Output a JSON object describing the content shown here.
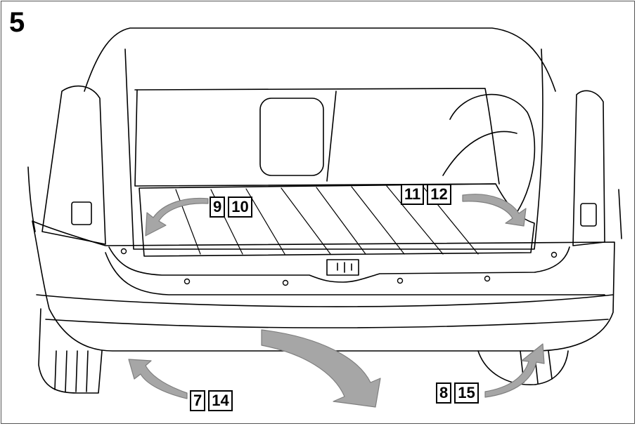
{
  "step": "5",
  "colors": {
    "line": "#000000",
    "arrow_fill": "#a6a6a6",
    "arrow_stroke": "#7f7f7f",
    "background": "#ffffff"
  },
  "callouts": {
    "cargo_left": [
      "9",
      "10"
    ],
    "cargo_right": [
      "11",
      "12"
    ],
    "bumper_left": [
      "7",
      "14"
    ],
    "bumper_right": [
      "8",
      "15"
    ]
  }
}
